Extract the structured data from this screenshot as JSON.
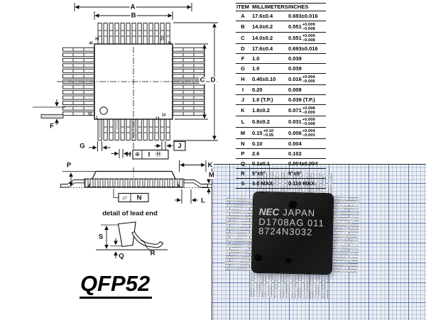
{
  "drawing": {
    "dims": {
      "A": "A",
      "B": "B",
      "C": "C",
      "D": "D",
      "F": "F",
      "G": "G",
      "H": "H",
      "J": "J",
      "K": "K",
      "L": "L",
      "M": "M",
      "P": "P",
      "Q": "Q",
      "R": "R",
      "S": "S"
    },
    "fcf_position": {
      "symbol": "⊕",
      "datum": "I",
      "modifier": "Ⓜ"
    },
    "fcf_seating": {
      "symbol": "▱",
      "datum": "N"
    },
    "pin_numbers": {
      "tl_top": "39",
      "tl_side": "40",
      "tr_top": "27",
      "tr_side": "26",
      "bl_side": "52",
      "bl_bottom": "1",
      "br_bottom": "13",
      "br_side": "14"
    },
    "caption": "detail of lead end",
    "package_title": "QFP52"
  },
  "table": {
    "headers": [
      "ITEM",
      "MILLIMETERS",
      "INCHES"
    ],
    "rows": [
      {
        "item": "A",
        "mm": "17.6±0.4",
        "inch": "0.693±0.016"
      },
      {
        "item": "B",
        "mm": "14.0±0.2",
        "inch": {
          "v": "0.551",
          "t": [
            "+0.009",
            "−0.008"
          ]
        }
      },
      {
        "item": "C",
        "mm": "14.0±0.2",
        "inch": {
          "v": "0.551",
          "t": [
            "+0.009",
            "−0.008"
          ]
        }
      },
      {
        "item": "D",
        "mm": "17.6±0.4",
        "inch": "0.693±0.016"
      },
      {
        "item": "F",
        "mm": "1.0",
        "inch": "0.039"
      },
      {
        "item": "G",
        "mm": "1.0",
        "inch": "0.039"
      },
      {
        "item": "H",
        "mm": "0.40±0.10",
        "inch": {
          "v": "0.016",
          "t": [
            "+0.004",
            "−0.005"
          ]
        }
      },
      {
        "item": "I",
        "mm": "0.20",
        "inch": "0.008"
      },
      {
        "item": "J",
        "mm": "1.0 (T.P.)",
        "inch": "0.039 (T.P.)"
      },
      {
        "item": "K",
        "mm": "1.8±0.2",
        "inch": {
          "v": "0.071",
          "t": [
            "+0.008",
            "−0.009"
          ]
        }
      },
      {
        "item": "L",
        "mm": "0.8±0.2",
        "inch": {
          "v": "0.031",
          "t": [
            "+0.009",
            "−0.008"
          ]
        }
      },
      {
        "item": "M",
        "mm": {
          "v": "0.15",
          "t": [
            "+0.10",
            "−0.05"
          ]
        },
        "inch": {
          "v": "0.006",
          "t": [
            "+0.004",
            "−0.003"
          ]
        }
      },
      {
        "item": "N",
        "mm": "0.10",
        "inch": "0.004"
      },
      {
        "item": "P",
        "mm": "2.6",
        "inch": "0.102"
      },
      {
        "item": "Q",
        "mm": "0.1±0.1",
        "inch": "0.004±0.004"
      },
      {
        "item": "R",
        "mm": "5°±5°",
        "inch": "5°±5°"
      },
      {
        "item": "S",
        "mm": "3.0 MAX.",
        "inch": "0.119 MAX."
      }
    ]
  },
  "photo": {
    "marking_logo": "NEC",
    "marking_line1": "JAPAN",
    "marking_line2": "D1708AG 011",
    "marking_line3": "8724N3032"
  }
}
